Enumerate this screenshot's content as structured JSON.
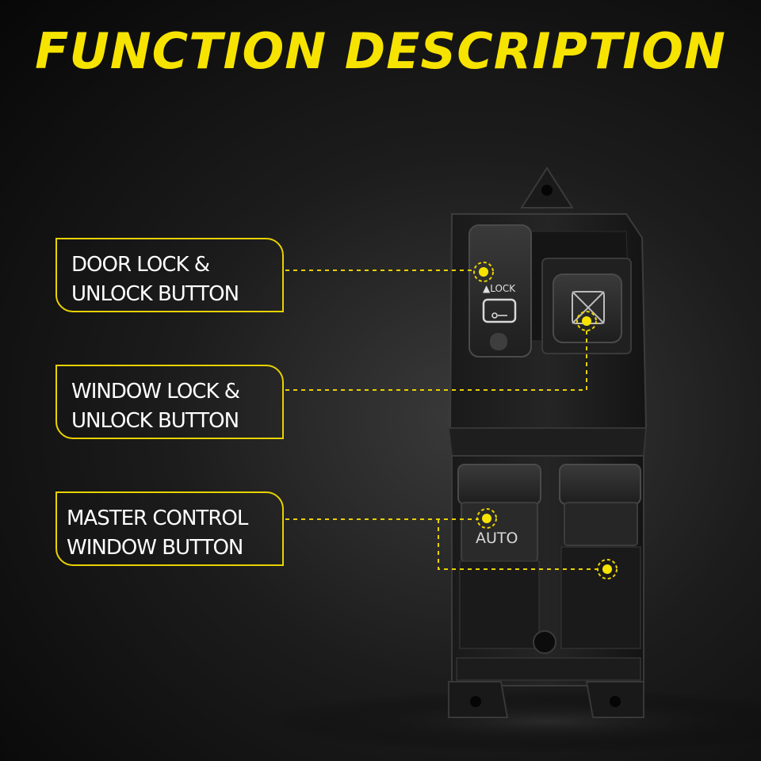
{
  "title": "FUNCTION  DESCRIPTION",
  "callouts": [
    {
      "line1": "DOOR LOCK &",
      "line2": "UNLOCK BUTTON"
    },
    {
      "line1": "WINDOW LOCK &",
      "line2": "UNLOCK BUTTON"
    },
    {
      "line1": "MASTER CONTROL",
      "line2": "WINDOW BUTTON"
    }
  ],
  "switch": {
    "lock_label": "▲LOCK",
    "auto_label": "AUTO"
  },
  "colors": {
    "accent": "#f7e300",
    "background": "#111111"
  }
}
